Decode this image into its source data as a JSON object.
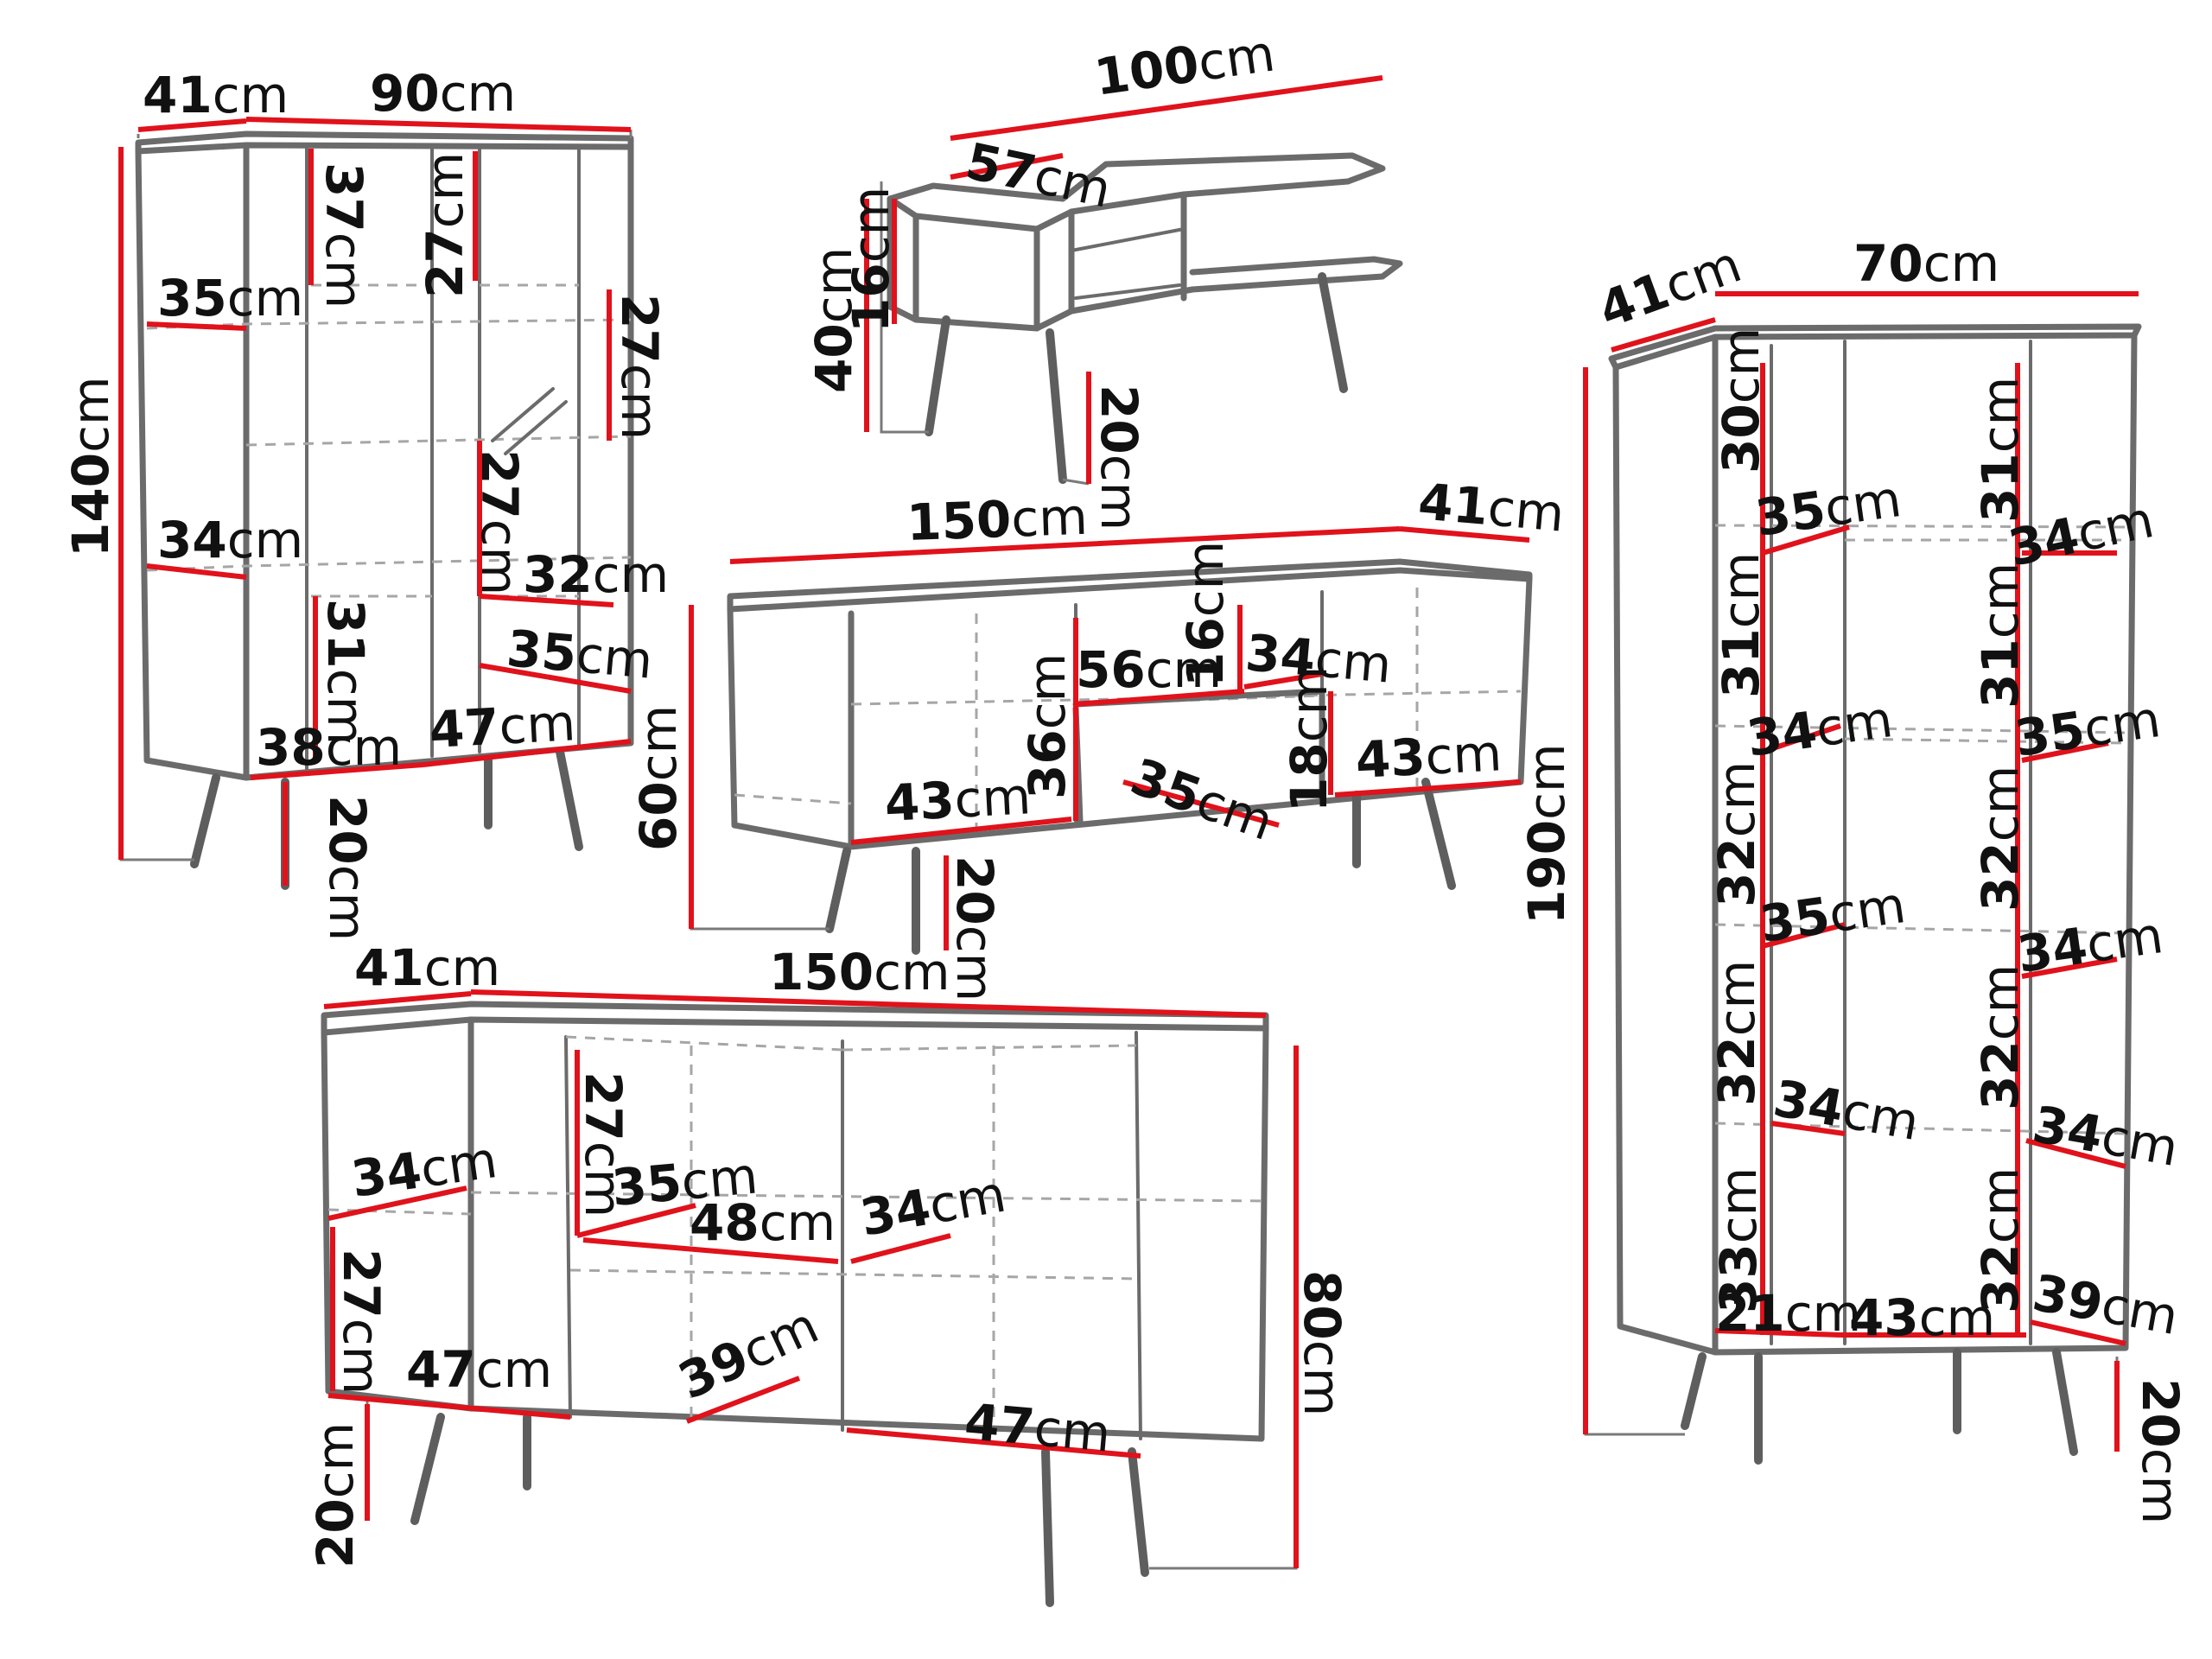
{
  "colors": {
    "dimension_line": "#e0121b",
    "outline": "#6b6b6b",
    "text": "#111111",
    "background": "#ffffff"
  },
  "pieces": {
    "display_cabinet": {
      "labels": [
        {
          "num": "41",
          "unit": "cm"
        },
        {
          "num": "90",
          "unit": "cm"
        },
        {
          "num": "140",
          "unit": "cm"
        },
        {
          "num": "37",
          "unit": "cm"
        },
        {
          "num": "27",
          "unit": "cm"
        },
        {
          "num": "27",
          "unit": "cm"
        },
        {
          "num": "35",
          "unit": "cm"
        },
        {
          "num": "34",
          "unit": "cm"
        },
        {
          "num": "27",
          "unit": "cm"
        },
        {
          "num": "32",
          "unit": "cm"
        },
        {
          "num": "31",
          "unit": "cm"
        },
        {
          "num": "35",
          "unit": "cm"
        },
        {
          "num": "38",
          "unit": "cm"
        },
        {
          "num": "47",
          "unit": "cm"
        },
        {
          "num": "20",
          "unit": "cm"
        }
      ]
    },
    "coffee_table": {
      "labels": [
        {
          "num": "100",
          "unit": "cm"
        },
        {
          "num": "57",
          "unit": "cm"
        },
        {
          "num": "40",
          "unit": "cm"
        },
        {
          "num": "16",
          "unit": "cm"
        },
        {
          "num": "20",
          "unit": "cm"
        }
      ]
    },
    "tv_stand": {
      "labels": [
        {
          "num": "150",
          "unit": "cm"
        },
        {
          "num": "41",
          "unit": "cm"
        },
        {
          "num": "16",
          "unit": "cm"
        },
        {
          "num": "34",
          "unit": "cm"
        },
        {
          "num": "56",
          "unit": "cm"
        },
        {
          "num": "36",
          "unit": "cm"
        },
        {
          "num": "60",
          "unit": "cm"
        },
        {
          "num": "43",
          "unit": "cm"
        },
        {
          "num": "35",
          "unit": "cm"
        },
        {
          "num": "18",
          "unit": "cm"
        },
        {
          "num": "43",
          "unit": "cm"
        },
        {
          "num": "20",
          "unit": "cm"
        }
      ]
    },
    "sideboard": {
      "labels": [
        {
          "num": "41",
          "unit": "cm"
        },
        {
          "num": "150",
          "unit": "cm"
        },
        {
          "num": "27",
          "unit": "cm"
        },
        {
          "num": "34",
          "unit": "cm"
        },
        {
          "num": "35",
          "unit": "cm"
        },
        {
          "num": "48",
          "unit": "cm"
        },
        {
          "num": "34",
          "unit": "cm"
        },
        {
          "num": "27",
          "unit": "cm"
        },
        {
          "num": "47",
          "unit": "cm"
        },
        {
          "num": "39",
          "unit": "cm"
        },
        {
          "num": "47",
          "unit": "cm"
        },
        {
          "num": "20",
          "unit": "cm"
        },
        {
          "num": "80",
          "unit": "cm"
        }
      ]
    },
    "tall_cabinet": {
      "labels": [
        {
          "num": "41",
          "unit": "cm"
        },
        {
          "num": "70",
          "unit": "cm"
        },
        {
          "num": "190",
          "unit": "cm"
        },
        {
          "num": "30",
          "unit": "cm"
        },
        {
          "num": "35",
          "unit": "cm"
        },
        {
          "num": "31",
          "unit": "cm"
        },
        {
          "num": "34",
          "unit": "cm"
        },
        {
          "num": "31",
          "unit": "cm"
        },
        {
          "num": "31",
          "unit": "cm"
        },
        {
          "num": "34",
          "unit": "cm"
        },
        {
          "num": "35",
          "unit": "cm"
        },
        {
          "num": "32",
          "unit": "cm"
        },
        {
          "num": "32",
          "unit": "cm"
        },
        {
          "num": "35",
          "unit": "cm"
        },
        {
          "num": "34",
          "unit": "cm"
        },
        {
          "num": "32",
          "unit": "cm"
        },
        {
          "num": "32",
          "unit": "cm"
        },
        {
          "num": "34",
          "unit": "cm"
        },
        {
          "num": "34",
          "unit": "cm"
        },
        {
          "num": "33",
          "unit": "cm"
        },
        {
          "num": "32",
          "unit": "cm"
        },
        {
          "num": "21",
          "unit": "cm"
        },
        {
          "num": "43",
          "unit": "cm"
        },
        {
          "num": "39",
          "unit": "cm"
        },
        {
          "num": "20",
          "unit": "cm"
        }
      ]
    }
  }
}
